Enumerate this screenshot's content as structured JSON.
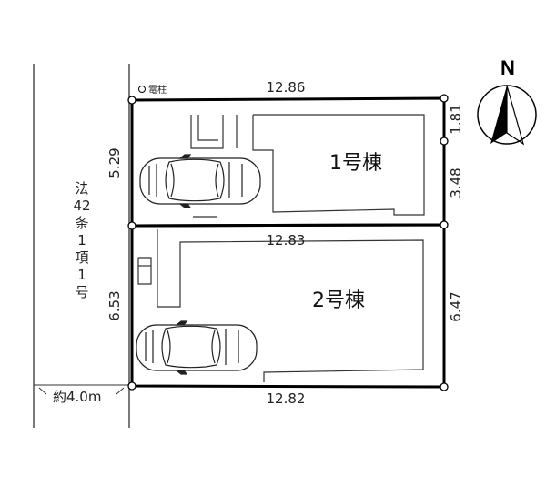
{
  "lots": {
    "lot1_name": "1号棟",
    "lot2_name": "2号棟"
  },
  "dimensions": {
    "top": "12.86",
    "middle": "12.83",
    "bottom": "12.82",
    "lot1_left": "5.29",
    "lot2_left": "6.53",
    "lot1_right_upper": "1.81",
    "lot1_right_lower": "3.48",
    "lot2_right": "6.47"
  },
  "labels": {
    "utility_pole": "電柱",
    "road_law": [
      "法",
      "42",
      "条",
      "1",
      "項",
      "1",
      "号"
    ],
    "road_width": "約4.0m",
    "north": "N"
  }
}
